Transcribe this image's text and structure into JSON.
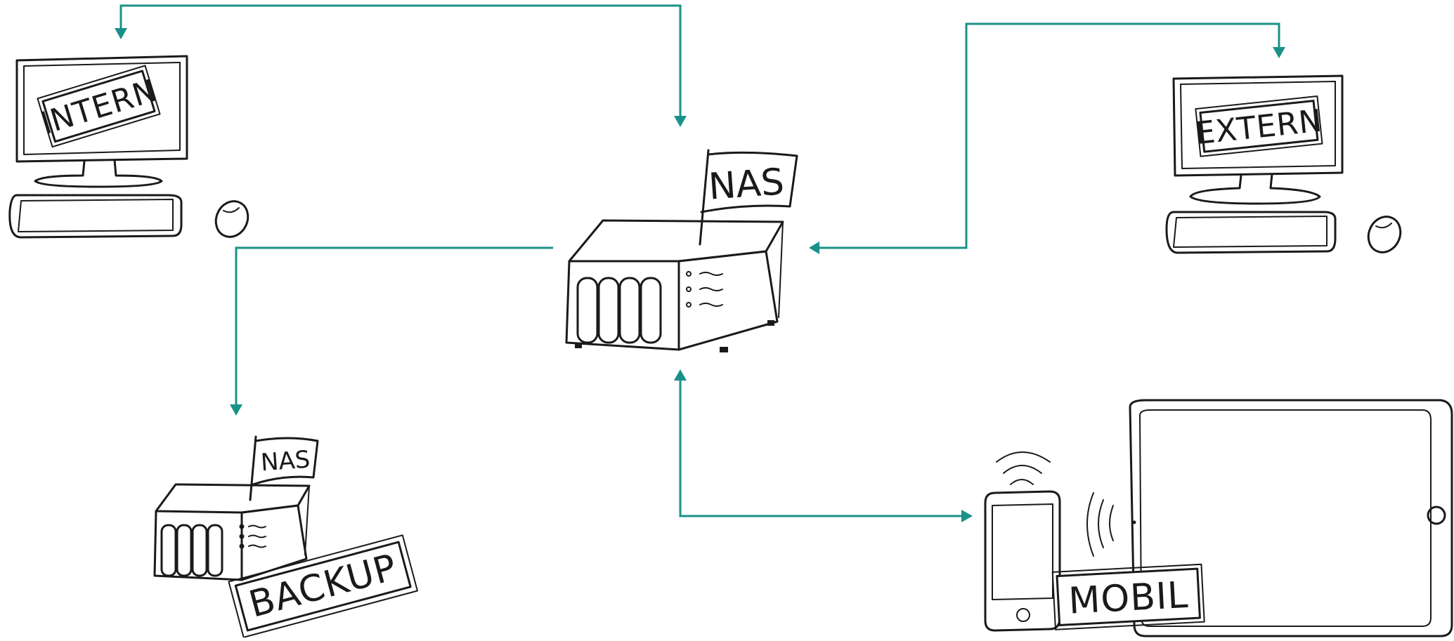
{
  "colors": {
    "accent": "#1a9188",
    "ink": "#1a1a1a"
  },
  "nodes": {
    "intern": {
      "label": "INTERN",
      "icon": "desktop-computer-icon"
    },
    "extern": {
      "label": "EXTERN",
      "icon": "desktop-computer-icon"
    },
    "nas_main": {
      "flag": "NAS",
      "icon": "nas-server-icon"
    },
    "nas_backup": {
      "flag": "NAS",
      "label": "BACKUP",
      "icon": "nas-server-icon"
    },
    "mobil": {
      "label": "MOBIL",
      "icon": "phone-tablet-icon"
    }
  },
  "connections": [
    {
      "from": "intern",
      "to": "nas_main",
      "direction": "both"
    },
    {
      "from": "extern",
      "to": "nas_main",
      "direction": "both"
    },
    {
      "from": "nas_main",
      "to": "nas_backup",
      "direction": "one-way"
    },
    {
      "from": "nas_main",
      "to": "mobil",
      "direction": "both"
    }
  ]
}
